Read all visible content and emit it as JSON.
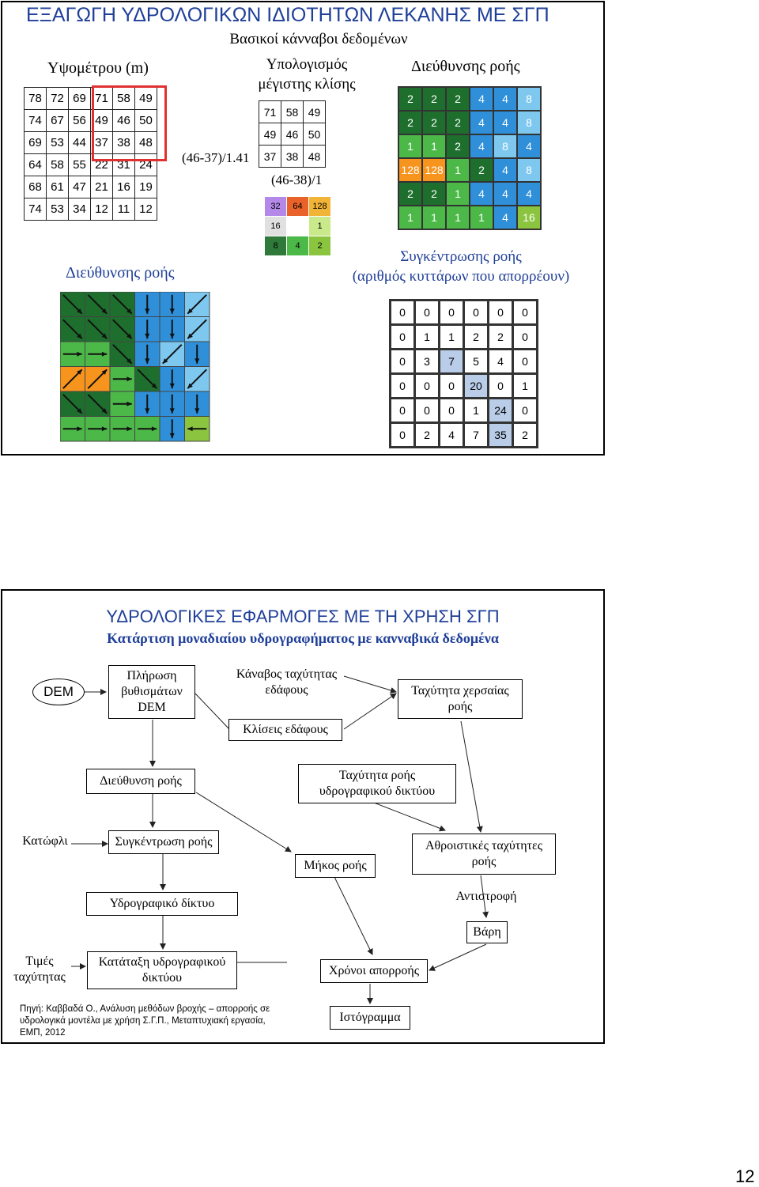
{
  "slide1": {
    "title": "ΕΞΑΓΩΓΗ ΥΔΡΟΛΟΓΙΚΩΝ ΙΔΙΟΤΗΤΩΝ ΛΕΚΑΝΗΣ ΜΕ ΣΓΠ",
    "subtitle": "Βασικοί κάνναβοι δεδομένων",
    "elevation_label": "Υψομέτρου (m)",
    "slope_label_line1": "Υπολογισμός",
    "slope_label_line2": "μέγιστης κλίσης",
    "flowdir_label": "Διεύθυνσης ροής",
    "formula1": "(46-37)/1.41",
    "formula2": "(46-38)/1",
    "flowdir_label2": "Διεύθυνσης ροής",
    "accum_label_line1": "Συγκέντρωσης ροής",
    "accum_label_line2": "(αριθμός κυττάρων που απορρέουν)",
    "elevation_grid": [
      [
        "78",
        "72",
        "69",
        "71",
        "58",
        "49"
      ],
      [
        "74",
        "67",
        "56",
        "49",
        "46",
        "50"
      ],
      [
        "69",
        "53",
        "44",
        "37",
        "38",
        "48"
      ],
      [
        "64",
        "58",
        "55",
        "22",
        "31",
        "24"
      ],
      [
        "68",
        "61",
        "47",
        "21",
        "16",
        "19"
      ],
      [
        "74",
        "53",
        "34",
        "12",
        "11",
        "12"
      ]
    ],
    "window_grid": [
      [
        "71",
        "58",
        "49"
      ],
      [
        "49",
        "46",
        "50"
      ],
      [
        "37",
        "38",
        "48"
      ]
    ],
    "direction_codes": [
      [
        "32",
        "64",
        "128"
      ],
      [
        "16",
        "",
        "1"
      ],
      [
        "8",
        "4",
        "2"
      ]
    ],
    "flowdir_grid": [
      [
        "2",
        "2",
        "2",
        "4",
        "4",
        "8"
      ],
      [
        "2",
        "2",
        "2",
        "4",
        "4",
        "8"
      ],
      [
        "1",
        "1",
        "2",
        "4",
        "8",
        "4"
      ],
      [
        "128",
        "128",
        "1",
        "2",
        "4",
        "8"
      ],
      [
        "2",
        "2",
        "1",
        "4",
        "4",
        "4"
      ],
      [
        "1",
        "1",
        "1",
        "1",
        "4",
        "16"
      ]
    ],
    "accum_grid": [
      [
        "0",
        "0",
        "0",
        "0",
        "0",
        "0"
      ],
      [
        "0",
        "1",
        "1",
        "2",
        "2",
        "0"
      ],
      [
        "0",
        "3",
        "7",
        "5",
        "4",
        "0"
      ],
      [
        "0",
        "0",
        "0",
        "20",
        "0",
        "1"
      ],
      [
        "0",
        "0",
        "0",
        "1",
        "24",
        "0"
      ],
      [
        "0",
        "2",
        "4",
        "7",
        "35",
        "2"
      ]
    ],
    "colors": {
      "title": "#1f3f99",
      "dark_green": "#1e6f2e",
      "green": "#4cb848",
      "light_green": "#8bc53f",
      "blue": "#2f8fd8",
      "light_blue": "#7ec8f0",
      "orange": "#f7941d",
      "red_box": "#e03030"
    }
  },
  "slide2": {
    "title": "ΥΔΡΟΛΟΓΙΚΕΣ ΕΦΑΡΜΟΓΕΣ ΜΕ ΤΗ ΧΡΗΣΗ ΣΓΠ",
    "subtitle": "Κατάρτιση μοναδιαίου υδρογραφήματος με κανναβικά δεδομένα",
    "dem": "DEM",
    "fill_l1": "Πλήρωση",
    "fill_l2": "βυθισμάτων",
    "fill_l3": "DEM",
    "speed_grid_l1": "Κάναβος ταχύτητας",
    "speed_grid_l2": "εδάφους",
    "slopes": "Κλίσεις εδάφους",
    "overland_l1": "Ταχύτητα χερσαίας",
    "overland_l2": "ροής",
    "flow_direction": "Διεύθυνση ροής",
    "channel_speed_l1": "Ταχύτητα ροής",
    "channel_speed_l2": "υδρογραφικού δικτύου",
    "threshold": "Κατώφλι",
    "flow_accum": "Συγκέντρωση ροής",
    "flow_length": "Μήκος ροής",
    "cum_speed_l1": "Αθροιστικές ταχύτητες",
    "cum_speed_l2": "ροής",
    "inversion": "Αντιστροφή",
    "network": "Υδρογραφικό δίκτυο",
    "weights": "Βάρη",
    "speed_values_l1": "Τιμές",
    "speed_values_l2": "ταχύτητας",
    "classification_l1": "Κατάταξη υδρογραφικού",
    "classification_l2": "δικτύου",
    "travel_times": "Χρόνοι απορροής",
    "histogram": "Ιστόγραμμα",
    "source_l1": "Πηγή: Καββαδά Ο.,  Ανάλυση μεθόδων βροχής – απορροής σε",
    "source_l2": "υδρολογικά μοντέλα με χρήση Σ.Γ.Π., Μεταπτυχιακή εργασία,",
    "source_l3": "ΕΜΠ, 2012"
  },
  "page_number": "12"
}
